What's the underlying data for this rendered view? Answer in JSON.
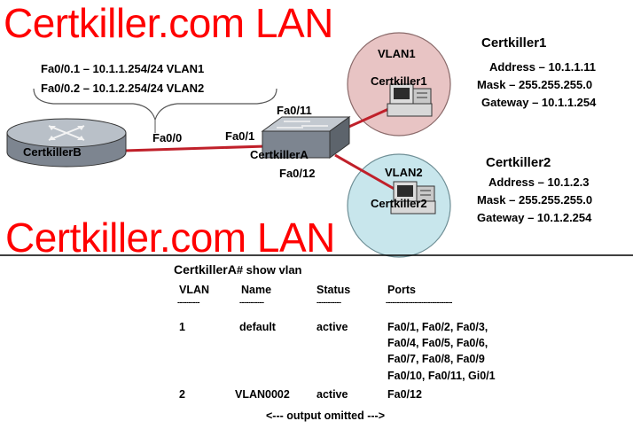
{
  "watermark": {
    "top": "Certkiller.com LAN",
    "middle": "Certkiller.com LAN"
  },
  "router": {
    "name": "CertkillerB",
    "interface": "Fa0/0",
    "subinterfaces": [
      "Fa0/0.1 – 10.1.1.254/24 VLAN1",
      "Fa0/0.2 – 10.1.2.254/24 VLAN2"
    ]
  },
  "switch": {
    "name": "CertkillerA",
    "port_uplink": "Fa0/1",
    "port_vlan1": "Fa0/11",
    "port_vlan2": "Fa0/12"
  },
  "vlan1": {
    "label": "VLAN1",
    "host_label": "Certkiller1",
    "color": "#e8c4c4"
  },
  "vlan2": {
    "label": "VLAN2",
    "host_label": "Certkiller2",
    "color": "#c8e6ec"
  },
  "host1": {
    "title": "Certkiller1",
    "address": "Address – 10.1.1.11",
    "mask": "Mask – 255.255.255.0",
    "gateway": "Gateway – 10.1.1.254"
  },
  "host2": {
    "title": "Certkiller2",
    "address": "Address – 10.1.2.3",
    "mask": "Mask – 255.255.255.0",
    "gateway": "Gateway – 10.1.2.254"
  },
  "output": {
    "prompt": "CertkillerA",
    "command": "# show vlan",
    "headers": [
      "VLAN",
      "Name",
      "Status",
      "Ports"
    ],
    "dashes": [
      "----------",
      "-----------",
      "-----------",
      "------------------------------"
    ],
    "rows": [
      {
        "vlan": "1",
        "name": "default",
        "status": "active",
        "ports": [
          "Fa0/1, Fa0/2, Fa0/3,",
          "Fa0/4, Fa0/5, Fa0/6,",
          "Fa0/7, Fa0/8, Fa0/9",
          "Fa0/10, Fa0/11, Gi0/1"
        ]
      },
      {
        "vlan": "2",
        "name": "VLAN0002",
        "status": "active",
        "ports": [
          "Fa0/12"
        ]
      }
    ],
    "footer": "<--- output omitted --->"
  },
  "colors": {
    "link": "#c0202a",
    "watermark": "#ff0000"
  }
}
